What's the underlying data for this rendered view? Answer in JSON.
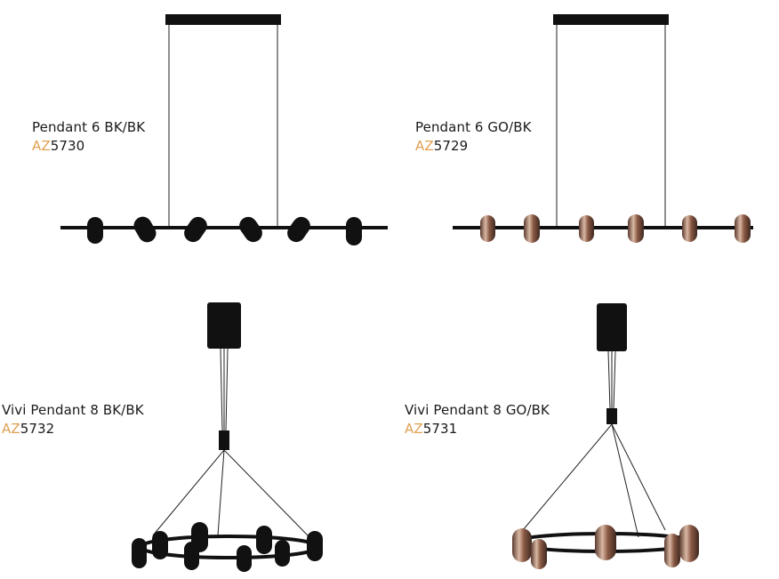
{
  "products": [
    {
      "name": "Pendant 6 BK/BK",
      "code_prefix": "AZ",
      "code_number": "5730",
      "finish": "black"
    },
    {
      "name": "Pendant 6 GO/BK",
      "code_prefix": "AZ",
      "code_number": "5729",
      "finish": "gold"
    },
    {
      "name": "Vivi Pendant 8 BK/BK",
      "code_prefix": "AZ",
      "code_number": "5732",
      "finish": "black"
    },
    {
      "name": "Vivi Pendant 8 GO/BK",
      "code_prefix": "AZ",
      "code_number": "5731",
      "finish": "gold"
    }
  ],
  "colors": {
    "brand_prefix": "#e0a050",
    "text": "#1a1a1a",
    "fixture_black": "#111111",
    "finish_gold": "#8a5a45"
  }
}
